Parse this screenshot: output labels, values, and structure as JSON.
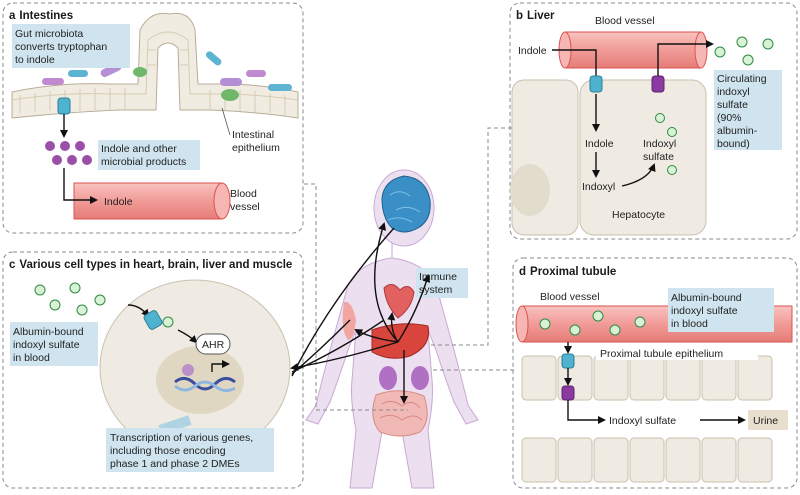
{
  "panel_a": {
    "letter": "a",
    "title": "Intestines",
    "microbiota_label": [
      "Gut microbiota",
      "converts tryptophan",
      "to indole"
    ],
    "products_label": [
      "Indole and other",
      "microbial products"
    ],
    "indole_label": "Indole",
    "epithelium_label": [
      "Intestinal",
      "epithelium"
    ],
    "vessel_label": [
      "Blood",
      "vessel"
    ]
  },
  "panel_b": {
    "letter": "b",
    "title": "Liver",
    "vessel_label": "Blood vessel",
    "indole_in": "Indole",
    "indole_cell": "Indole",
    "indoxyl": "Indoxyl",
    "indoxyl_sulfate": [
      "Indoxyl",
      "sulfate"
    ],
    "hepatocyte": "Hepatocyte",
    "circulating": [
      "Circulating",
      "indoxyl",
      "sulfate",
      "(90%",
      "albumin-",
      "bound)"
    ]
  },
  "panel_c": {
    "letter": "c",
    "title": "Various cell types in heart, brain, liver and muscle",
    "albumin_label": [
      "Albumin-bound",
      "indoxyl sulfate",
      "in blood"
    ],
    "ahr": "AHR",
    "transcription": [
      "Transcription of various genes,",
      "including those encoding",
      "phase 1 and phase 2 DMEs"
    ]
  },
  "panel_d": {
    "letter": "d",
    "title": "Proximal tubule",
    "vessel_label": "Blood vessel",
    "albumin_label": [
      "Albumin-bound",
      "indoxyl sulfate",
      "in blood"
    ],
    "epithelium": "Proximal tubule epithelium",
    "indoxyl_sulfate": "Indoxyl sulfate",
    "urine": "Urine"
  },
  "center": {
    "immune": [
      "Immune",
      "system"
    ]
  },
  "colors": {
    "vessel": "#f4a3a0",
    "vessel_stroke": "#d9534f",
    "label_box": "#cfe4ef",
    "indole_purple": "#9b4fa8",
    "metabolite_green": "#d9f2d5",
    "transporter_blue": "#4fb3cf",
    "transporter_purple": "#8a3aa0",
    "body": "#e9d9ee",
    "cell": "#efebe2"
  }
}
